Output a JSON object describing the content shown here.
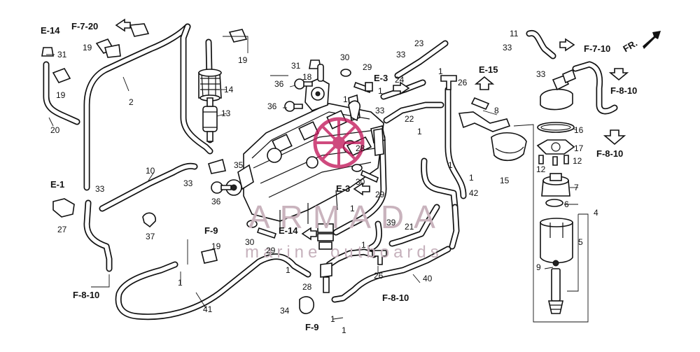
{
  "diagram": {
    "watermark_top": "ARMADA",
    "watermark_bottom": "marine outboards",
    "direction_label": "FR.",
    "ref_labels": [
      "E-14",
      "F-7-20",
      "E-3",
      "E-15",
      "F-7-10",
      "F-8-10",
      "F-8-10",
      "E-1",
      "E-3",
      "F-9",
      "E-14",
      "F-8-10",
      "F-8-10",
      "F-9"
    ],
    "part_labels": [
      "31",
      "19",
      "19",
      "20",
      "2",
      "10",
      "33",
      "27",
      "37",
      "1",
      "41",
      "19",
      "31",
      "30",
      "29",
      "33",
      "23",
      "24",
      "26",
      "36",
      "18",
      "14",
      "36",
      "13",
      "1",
      "33",
      "22",
      "8",
      "1",
      "28",
      "35",
      "33",
      "36",
      "30",
      "29",
      "1",
      "42",
      "15",
      "30",
      "29",
      "1",
      "39",
      "21",
      "1",
      "26",
      "40",
      "28",
      "1",
      "34",
      "1",
      "11",
      "33",
      "33",
      "16",
      "17",
      "12",
      "12",
      "7",
      "6",
      "4",
      "5",
      "9",
      "19",
      "1",
      "1",
      "1",
      "1"
    ],
    "accent_color": "#c2185b",
    "watermark_color": "#b7a3ad"
  }
}
